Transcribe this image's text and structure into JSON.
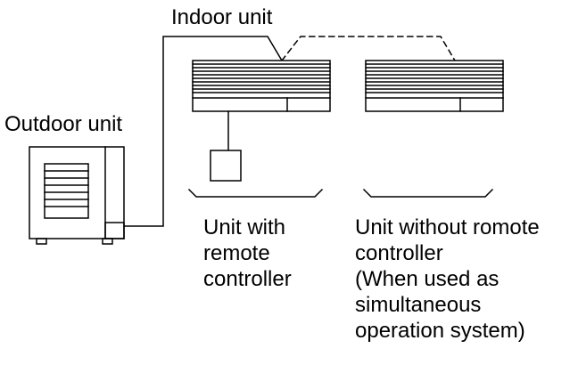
{
  "labels": {
    "indoor_unit": "Indoor unit",
    "outdoor_unit": "Outdoor unit",
    "unit_with_remote": "Unit with\nremote\ncontroller",
    "unit_without_remote": "Unit without romote\ncontroller\n(When used as\nsimultaneous\noperation system)"
  },
  "colors": {
    "line": "#000000",
    "background": "#ffffff"
  },
  "connections": {
    "outdoor_to_indoor": "solid",
    "indoor_to_indoor": "dashed",
    "indoor_to_remote": "solid"
  }
}
